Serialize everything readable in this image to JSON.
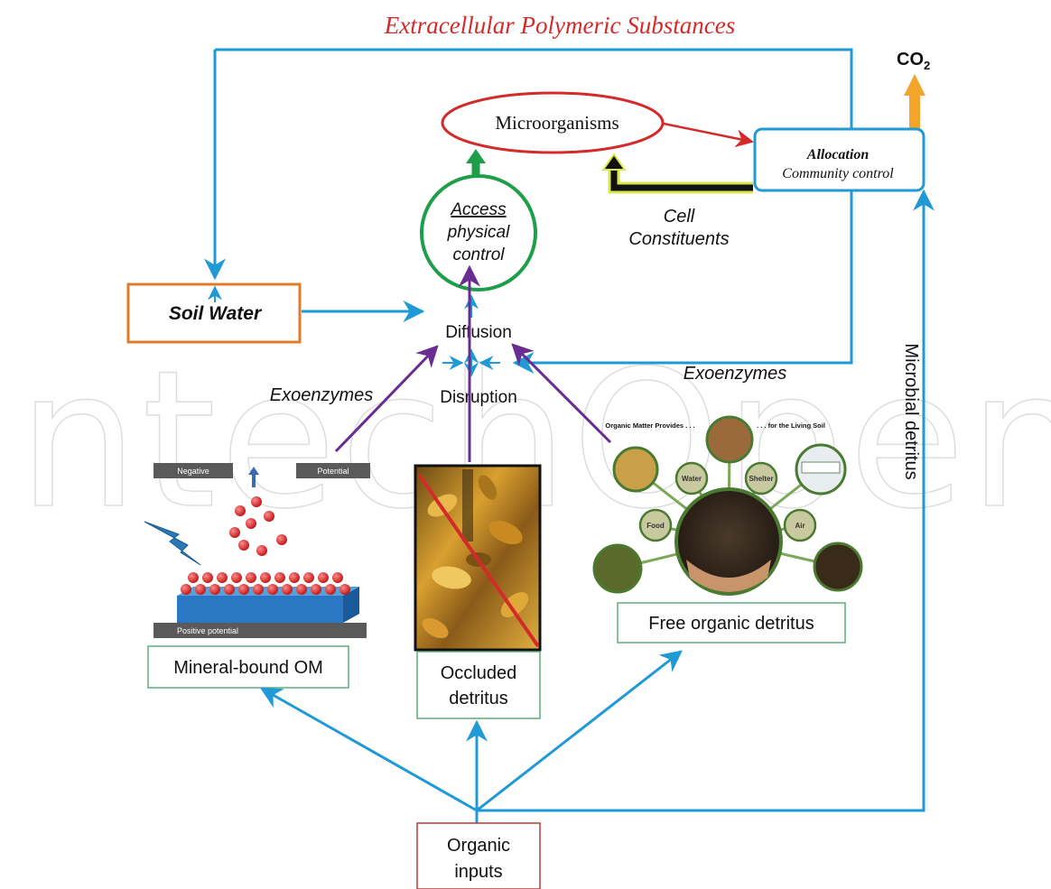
{
  "title": "Extracellular Polymeric Substances",
  "co2": {
    "base": "CO",
    "sub": "2"
  },
  "microorganisms": "Microorganisms",
  "allocation": {
    "line1": "Allocation",
    "line2": "Community control"
  },
  "access": {
    "line1": "Access",
    "line2": "physical",
    "line3": "control"
  },
  "cell_constituents": {
    "line1": "Cell",
    "line2": "Constituents"
  },
  "soil_water": "Soil Water",
  "diffusion": "Diffusion",
  "disruption": "Disruption",
  "exoenzymes_left": "Exoenzymes",
  "exoenzymes_right": "Exoenzymes",
  "microbial_detritus": "Microbial detritus",
  "mineral": {
    "negative": "Negative",
    "potential": "Potential",
    "positive": "Positive potential",
    "label": "Mineral-bound OM"
  },
  "occluded": {
    "line1": "Occluded",
    "line2": "detritus"
  },
  "free": {
    "header_left": "Organic Matter Provides . . .",
    "header_right": ". . . for the Living Soil",
    "food": "Food",
    "water": "Water",
    "shelter": "Shelter",
    "air": "Air",
    "label": "Free organic detritus"
  },
  "organic_inputs": {
    "line1": "Organic",
    "line2": "inputs"
  },
  "watermark": "IntechOpen",
  "colors": {
    "blue": "#1f9ad6",
    "red": "#d42a2a",
    "green": "#1f9e4a",
    "purple": "#6a2c91",
    "orange": "#f2a52a",
    "soil_orange": "#e07b2a",
    "yellow_green": "#d8e84a",
    "label_green": "#5cae7a",
    "inputs_red": "#b53a3a"
  }
}
